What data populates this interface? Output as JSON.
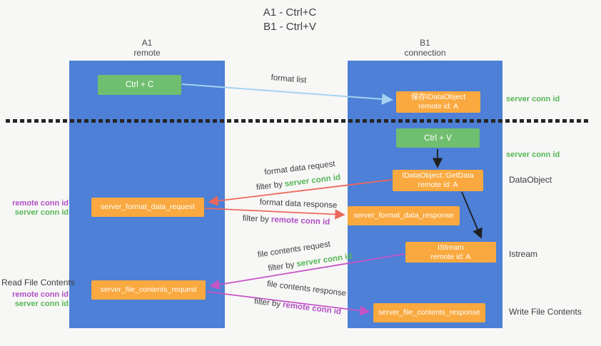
{
  "title": {
    "line1": "A1 - Ctrl+C",
    "line2": "B1 - Ctrl+V"
  },
  "lanes": {
    "a": {
      "id": "A1",
      "subtitle": "remote"
    },
    "b": {
      "id": "B1",
      "subtitle": "connection"
    }
  },
  "nodes": {
    "ctrl_c": {
      "label": "Ctrl + C"
    },
    "save_dataobject": {
      "line1": "保存IDataObject",
      "line2": "remote id: A"
    },
    "ctrl_v": {
      "label": "Ctrl + V"
    },
    "getdata": {
      "line1": "IDataObject::GetData",
      "line2": "remote id: A"
    },
    "format_request": {
      "label": "server_format_data_request"
    },
    "format_response": {
      "label": "server_format_data_response"
    },
    "istream": {
      "line1": "IStream",
      "line2": "remote id: A"
    },
    "file_request": {
      "label": "server_file_contents_request"
    },
    "file_response": {
      "label": "server_file_contents_response"
    }
  },
  "edges": {
    "format_list": {
      "label": "format list"
    },
    "format_data_request": {
      "label": "format data request",
      "filter_prefix": "filter by ",
      "filter_key": "server conn id"
    },
    "format_data_response": {
      "label": "format data response",
      "filter_prefix": "filter by ",
      "filter_key": "remote conn id"
    },
    "file_contents_request": {
      "label": "file contents request",
      "filter_prefix": "filter by ",
      "filter_key": "server conn id"
    },
    "file_contents_response": {
      "label": "file contents response",
      "filter_prefix": "filter by ",
      "filter_key": "remote conn id"
    }
  },
  "annotations": {
    "server_conn_id_top": "server conn id",
    "server_conn_id_mid": "server conn id",
    "dataobject": "DataObject",
    "istream": "Istream",
    "write_file_contents": "Write File Contents",
    "read_file_contents": "Read File Contents",
    "left_mid": {
      "remote": "remote conn id",
      "server": "server conn id"
    },
    "left_bottom": {
      "remote": "remote conn id",
      "server": "server conn id"
    }
  },
  "colors": {
    "lane_blue": "#4d80d6",
    "node_green": "#70bf70",
    "node_orange": "#f9a93f",
    "arrow_red": "#ec685c",
    "arrow_magenta": "#c653c6",
    "arrow_light_blue": "#a5d2ef",
    "arrow_black": "#1f1f1f",
    "text_green": "#56b756",
    "text_purple": "#b04fc4",
    "text_dark": "#3c3c3c"
  }
}
